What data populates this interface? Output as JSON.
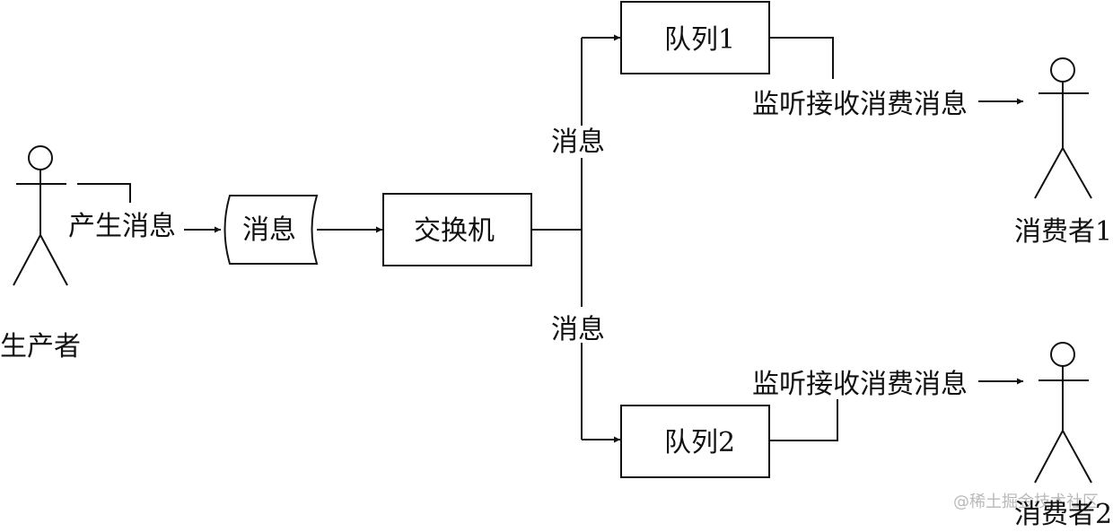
{
  "producer": {
    "label": "生产者",
    "action": "产生消息"
  },
  "message_store": {
    "label": "消息"
  },
  "exchange": {
    "label": "交换机"
  },
  "routes": [
    {
      "edge_label": "消息",
      "queue": "队列1",
      "listen": "监听接收消费消息",
      "consumer": "消费者1"
    },
    {
      "edge_label": "消息",
      "queue": "队列2",
      "listen": "监听接收消费消息",
      "consumer": "消费者2"
    }
  ],
  "watermark": "@稀土掘金技术社区",
  "colors": {
    "ink": "#111111",
    "background": "#ffffff",
    "watermark": "#b9b9b9"
  }
}
